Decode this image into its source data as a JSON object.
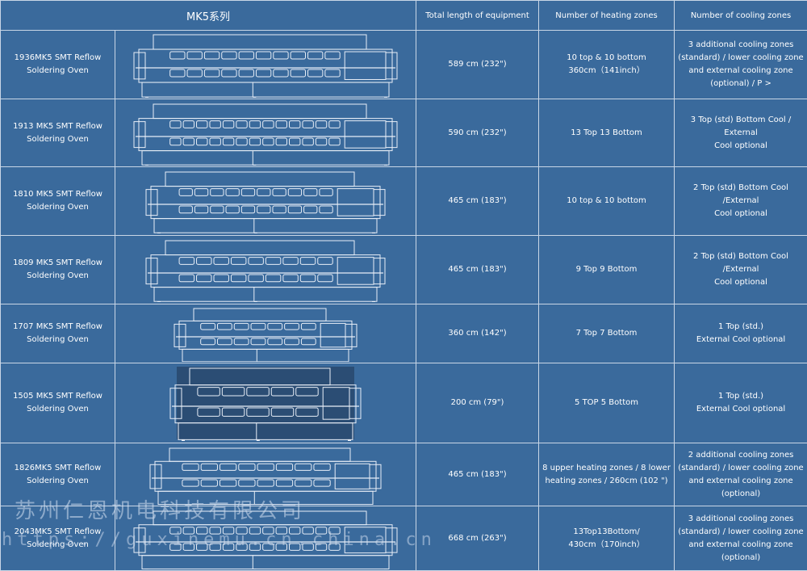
{
  "header": {
    "series_title": "MK5系列",
    "col_length": "Total length of equipment",
    "col_heating": "Number of heating zones",
    "col_cooling": "Number of cooling zones"
  },
  "rows": [
    {
      "model_1": "1936MK5 SMT Reflow",
      "model_2": "Soldering Oven",
      "length": "589 cm (232\")",
      "heat_1": "10 top & 10 bottom",
      "heat_2": "360cm（141inch）",
      "cool_1": "3 additional cooling zones",
      "cool_2": "(standard) / lower cooling zone",
      "cool_3": "and external cooling zone",
      "cool_4": "(optional) / P >"
    },
    {
      "model_1": "1913 MK5 SMT Reflow",
      "model_2": "Soldering Oven",
      "length": "590 cm (232\")",
      "heat_1": "13 Top 13 Bottom",
      "heat_2": "",
      "cool_1": "3 Top (std) Bottom Cool / External",
      "cool_2": "Cool optional",
      "cool_3": "",
      "cool_4": ""
    },
    {
      "model_1": "1810 MK5 SMT Reflow",
      "model_2": "Soldering Oven",
      "length": "465 cm (183\")",
      "heat_1": "10 top & 10 bottom",
      "heat_2": "",
      "cool_1": "2 Top (std) Bottom Cool /External",
      "cool_2": "Cool optional",
      "cool_3": "",
      "cool_4": ""
    },
    {
      "model_1": "1809 MK5 SMT Reflow",
      "model_2": "Soldering Oven",
      "length": "465 cm (183\")",
      "heat_1": "9 Top 9 Bottom",
      "heat_2": "",
      "cool_1": "2 Top (std) Bottom Cool /External",
      "cool_2": "Cool optional",
      "cool_3": "",
      "cool_4": ""
    },
    {
      "model_1": "1707 MK5 SMT Reflow",
      "model_2": "Soldering Oven",
      "length": "360 cm (142\")",
      "heat_1": "7 Top 7 Bottom",
      "heat_2": "",
      "cool_1": "1 Top (std.)",
      "cool_2": "External Cool optional",
      "cool_3": "",
      "cool_4": ""
    },
    {
      "model_1": "1505 MK5 SMT Reflow",
      "model_2": "Soldering Oven",
      "length": "200 cm (79\")",
      "heat_1": "5 TOP 5 Bottom",
      "heat_2": "",
      "cool_1": "1 Top (std.)",
      "cool_2": "External Cool optional",
      "cool_3": "",
      "cool_4": ""
    },
    {
      "model_1": "1826MK5 SMT Reflow",
      "model_2": "Soldering Oven",
      "length": "465 cm (183\")",
      "heat_1": "8 upper heating zones / 8 lower",
      "heat_2": "heating zones / 260cm (102 \")",
      "cool_1": "2 additional cooling zones",
      "cool_2": "(standard) / lower cooling zone",
      "cool_3": "and external cooling zone",
      "cool_4": "(optional)"
    },
    {
      "model_1": "2043MK5 SMT Reflow",
      "model_2": "Soldering Oven",
      "length": "668 cm (263\")",
      "heat_1": "13Top13Bottom/",
      "heat_2": "430cm（170inch）",
      "cool_1": "3 additional cooling zones",
      "cool_2": "(standard) / lower cooling zone",
      "cool_3": "and external cooling zone",
      "cool_4": "(optional)"
    }
  ],
  "watermark": {
    "company": "苏州仁恩机电科技有限公司",
    "url": "https://guxinemu.cn.china.cn"
  },
  "colors": {
    "background": "#3a6a9c",
    "grid": "#c9d6e6",
    "text": "#ffffff"
  }
}
